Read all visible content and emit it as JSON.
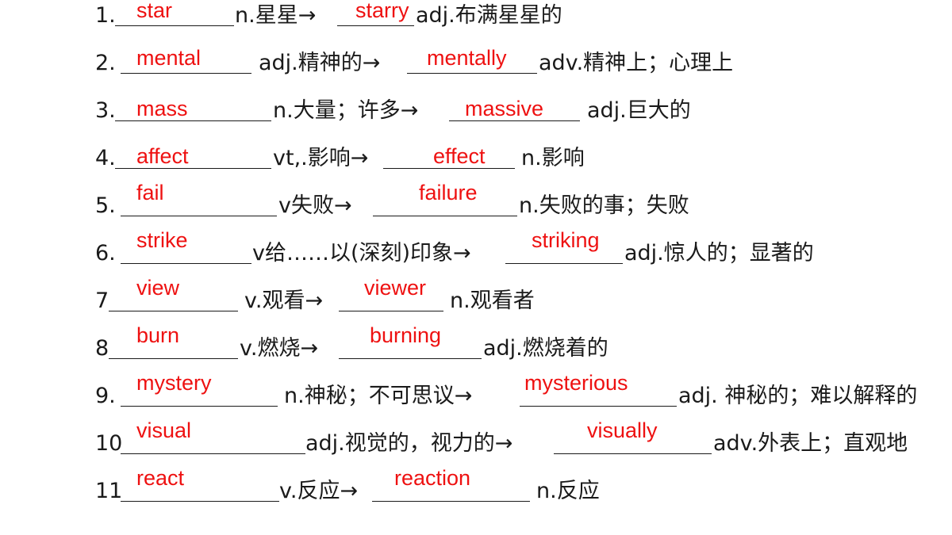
{
  "items": [
    {
      "num": "1.",
      "ans1": "star",
      "text1": "n.星星→",
      "ans2": "starry",
      "text2": "adj.布满星星的"
    },
    {
      "num": "2.",
      "ans1": "mental",
      "text1": "adj.精神的→",
      "ans2": "mentally",
      "text2": "adv.精神上；心理上"
    },
    {
      "num": "3.",
      "ans1": "mass",
      "text1": "n.大量；许多→",
      "ans2": "massive",
      "text2": "adj.巨大的"
    },
    {
      "num": "4.",
      "ans1": "affect",
      "text1": "vt,.影响→",
      "ans2": "effect",
      "text2": "n.影响"
    },
    {
      "num": "5.",
      "ans1": "fail",
      "text1": "v失败→",
      "ans2": "failure",
      "text2": "n.失败的事；失败"
    },
    {
      "num": "6.",
      "ans1": "strike",
      "text1": "v给……以(深刻)印象→",
      "ans2": "striking",
      "text2": "adj.惊人的；显著的"
    },
    {
      "num": "7",
      "ans1": "view",
      "text1": "v.观看→",
      "ans2": "viewer",
      "text2": "n.观看者"
    },
    {
      "num": "8",
      "ans1": "burn",
      "text1": "v.燃烧→",
      "ans2": "burning",
      "text2": "adj.燃烧着的"
    },
    {
      "num": "9.",
      "ans1": "mystery",
      "text1": "n.神秘；不可思议→",
      "ans2": "mysterious",
      "text2": "adj. 神秘的；难以解释的"
    },
    {
      "num": "10",
      "ans1": "visual",
      "text1": "adj.视觉的，视力的→",
      "ans2": "visually",
      "text2": "adv.外表上；直观地"
    },
    {
      "num": "11",
      "ans1": "react",
      "text1": "v.反应→",
      "ans2": "reaction",
      "text2": "n.反应"
    }
  ]
}
